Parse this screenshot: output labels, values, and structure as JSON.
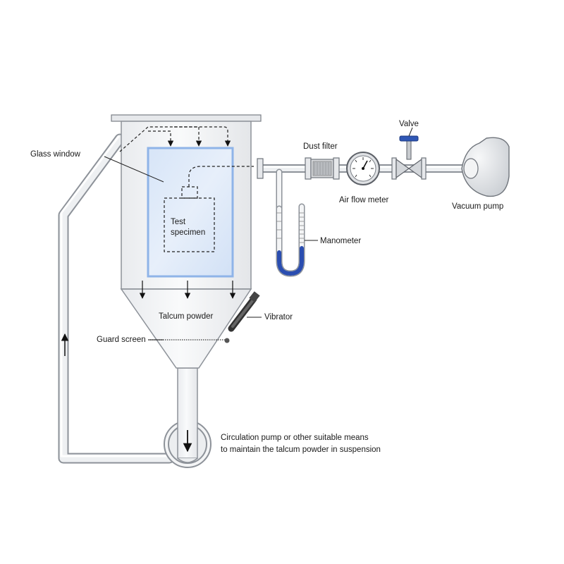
{
  "labels": {
    "glass_window": "Glass window",
    "test_specimen_line1": "Test",
    "test_specimen_line2": "specimen",
    "dust_filter": "Dust filter",
    "valve": "Valve",
    "air_flow_meter": "Air flow meter",
    "vacuum_pump": "Vacuum pump",
    "manometer": "Manometer",
    "talcum_powder": "Talcum powder",
    "vibrator": "Vibrator",
    "guard_screen": "Guard screen",
    "circulation_line1": "Circulation pump or other suitable means",
    "circulation_line2": "to maintain the talcum powder in suspension"
  },
  "colors": {
    "glass_fill": "#dfeaf8",
    "glass_edge": "#8fb4e8",
    "chamber_fill": "#f3f4f5",
    "steel_edge": "#8d9299",
    "manometer_fluid": "#2a4db0",
    "valve_handle": "#2f57b5"
  }
}
